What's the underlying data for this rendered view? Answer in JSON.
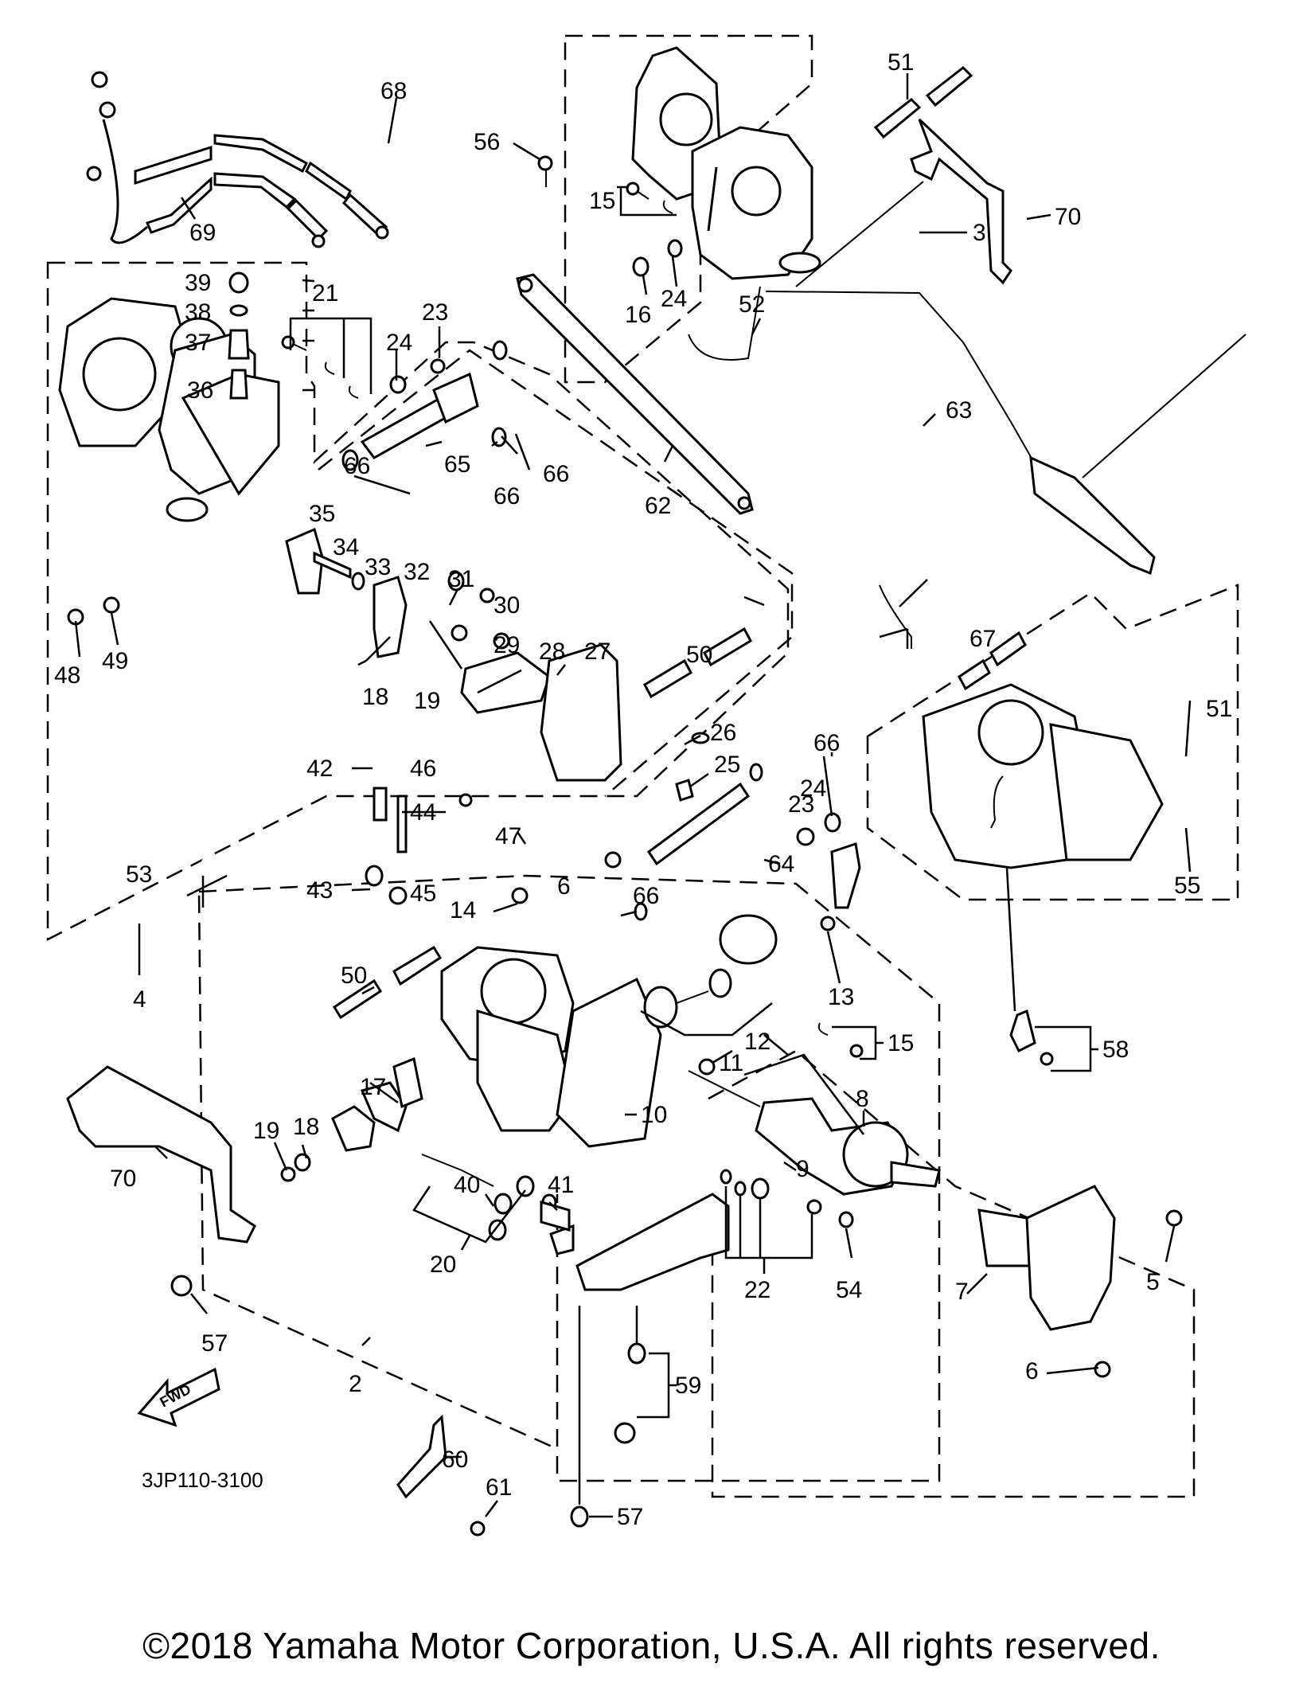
{
  "diagram": {
    "title": "Carburetor assembly exploded parts diagram",
    "part_code": "3JP110-3100",
    "direction_indicator": "FWD",
    "callouts": [
      {
        "id": "c68",
        "label": "68"
      },
      {
        "id": "c69",
        "label": "69"
      },
      {
        "id": "c56",
        "label": "56"
      },
      {
        "id": "c51a",
        "label": "51"
      },
      {
        "id": "c15a",
        "label": "15"
      },
      {
        "id": "c3",
        "label": "3"
      },
      {
        "id": "c70a",
        "label": "70"
      },
      {
        "id": "c16",
        "label": "16"
      },
      {
        "id": "c24a",
        "label": "24"
      },
      {
        "id": "c52",
        "label": "52"
      },
      {
        "id": "c39",
        "label": "39"
      },
      {
        "id": "c38",
        "label": "38"
      },
      {
        "id": "c37",
        "label": "37"
      },
      {
        "id": "c36",
        "label": "36"
      },
      {
        "id": "c21",
        "label": "21"
      },
      {
        "id": "c23a",
        "label": "23"
      },
      {
        "id": "c24b",
        "label": "24"
      },
      {
        "id": "c66a",
        "label": "66"
      },
      {
        "id": "c66b",
        "label": "66"
      },
      {
        "id": "c66c",
        "label": "66"
      },
      {
        "id": "c65",
        "label": "65"
      },
      {
        "id": "c62",
        "label": "62"
      },
      {
        "id": "c63",
        "label": "63"
      },
      {
        "id": "c35",
        "label": "35"
      },
      {
        "id": "c34",
        "label": "34"
      },
      {
        "id": "c33",
        "label": "33"
      },
      {
        "id": "c32",
        "label": "32"
      },
      {
        "id": "c31",
        "label": "31"
      },
      {
        "id": "c30",
        "label": "30"
      },
      {
        "id": "c29",
        "label": "29"
      },
      {
        "id": "c28",
        "label": "28"
      },
      {
        "id": "c27",
        "label": "27"
      },
      {
        "id": "c50a",
        "label": "50"
      },
      {
        "id": "c67",
        "label": "67"
      },
      {
        "id": "c51b",
        "label": "51"
      },
      {
        "id": "c48",
        "label": "48"
      },
      {
        "id": "c49",
        "label": "49"
      },
      {
        "id": "c18a",
        "label": "18"
      },
      {
        "id": "c19a",
        "label": "19"
      },
      {
        "id": "c42",
        "label": "42"
      },
      {
        "id": "c46",
        "label": "46"
      },
      {
        "id": "c44",
        "label": "44"
      },
      {
        "id": "c43",
        "label": "43"
      },
      {
        "id": "c45",
        "label": "45"
      },
      {
        "id": "c47",
        "label": "47"
      },
      {
        "id": "c6a",
        "label": "6"
      },
      {
        "id": "c26",
        "label": "26"
      },
      {
        "id": "c25",
        "label": "25"
      },
      {
        "id": "c66d",
        "label": "66"
      },
      {
        "id": "c24c",
        "label": "24"
      },
      {
        "id": "c23b",
        "label": "23"
      },
      {
        "id": "c55",
        "label": "55"
      },
      {
        "id": "c53",
        "label": "53"
      },
      {
        "id": "c66e",
        "label": "66"
      },
      {
        "id": "c64",
        "label": "64"
      },
      {
        "id": "c4",
        "label": "4"
      },
      {
        "id": "c14",
        "label": "14"
      },
      {
        "id": "c13",
        "label": "13"
      },
      {
        "id": "c50b",
        "label": "50"
      },
      {
        "id": "c12",
        "label": "12"
      },
      {
        "id": "c58",
        "label": "58"
      },
      {
        "id": "c15b",
        "label": "15"
      },
      {
        "id": "c17",
        "label": "17"
      },
      {
        "id": "c11",
        "label": "11"
      },
      {
        "id": "c8",
        "label": "8"
      },
      {
        "id": "c19b",
        "label": "19"
      },
      {
        "id": "c18b",
        "label": "18"
      },
      {
        "id": "c70b",
        "label": "70"
      },
      {
        "id": "c40",
        "label": "40"
      },
      {
        "id": "c41",
        "label": "41"
      },
      {
        "id": "c10",
        "label": "10"
      },
      {
        "id": "c9",
        "label": "9"
      },
      {
        "id": "c20",
        "label": "20"
      },
      {
        "id": "c57a",
        "label": "57"
      },
      {
        "id": "c2",
        "label": "2"
      },
      {
        "id": "c22",
        "label": "22"
      },
      {
        "id": "c54",
        "label": "54"
      },
      {
        "id": "c7",
        "label": "7"
      },
      {
        "id": "c5",
        "label": "5"
      },
      {
        "id": "c59",
        "label": "59"
      },
      {
        "id": "c6b",
        "label": "6"
      },
      {
        "id": "c60",
        "label": "60"
      },
      {
        "id": "c61",
        "label": "61"
      },
      {
        "id": "c57b",
        "label": "57"
      }
    ]
  },
  "footer": {
    "copyright": "©2018 Yamaha Motor Corporation, U.S.A. All rights reserved."
  }
}
